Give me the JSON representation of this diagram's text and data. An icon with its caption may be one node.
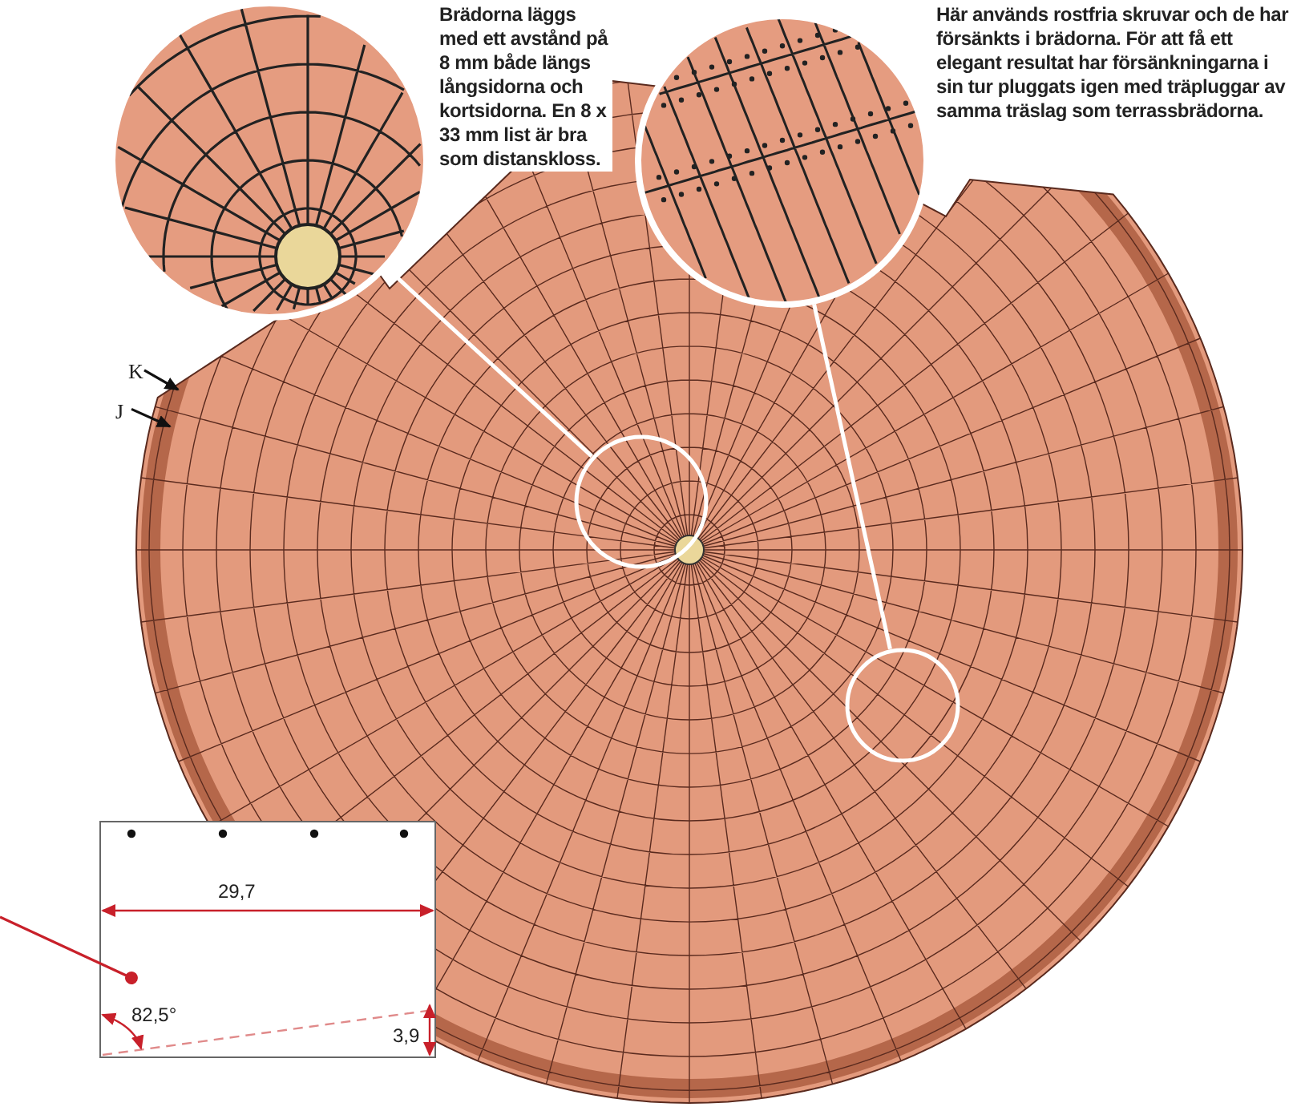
{
  "diagram": {
    "nodes": [
      {
        "text": [],
        "shape": "picture"
      },
      {
        "text": [],
        "shape": "circle"
      },
      {
        "text": [],
        "shape": "picture"
      },
      {
        "text": [],
        "shape": "circle"
      },
      {
        "text": [
          "K"
        ]
      },
      {
        "text": [
          "J"
        ]
      },
      {
        "text": [],
        "shape": "box"
      }
    ],
    "edges": [
      {
        "from": 0,
        "to": 1,
        "arrow": "none"
      },
      {
        "from": 2,
        "to": 3,
        "arrow": "none"
      },
      {
        "from": 4,
        "to": null,
        "arrow": "to",
        "color": "#111111"
      },
      {
        "from": 5,
        "to": null,
        "arrow": "to",
        "color": "#111111"
      },
      {
        "from": null,
        "to": 6,
        "arrow": "other",
        "color": "#c8202a"
      }
    ],
    "labels": [
      "Brädorna läggs med ett avstånd på 8 mm både längs långsidorna och kortsidorna. En 8 x 33 mm list är bra som distanskloss.",
      "Här används rostfria skruvar och de har försänkts i brädorna. För att få ett elegant resultat har försänkningarna i sin tur pluggats igen med träpluggar av samma träslag som terrassbrädorna.",
      "29,7",
      "82,5°",
      "3,9"
    ]
  }
}
